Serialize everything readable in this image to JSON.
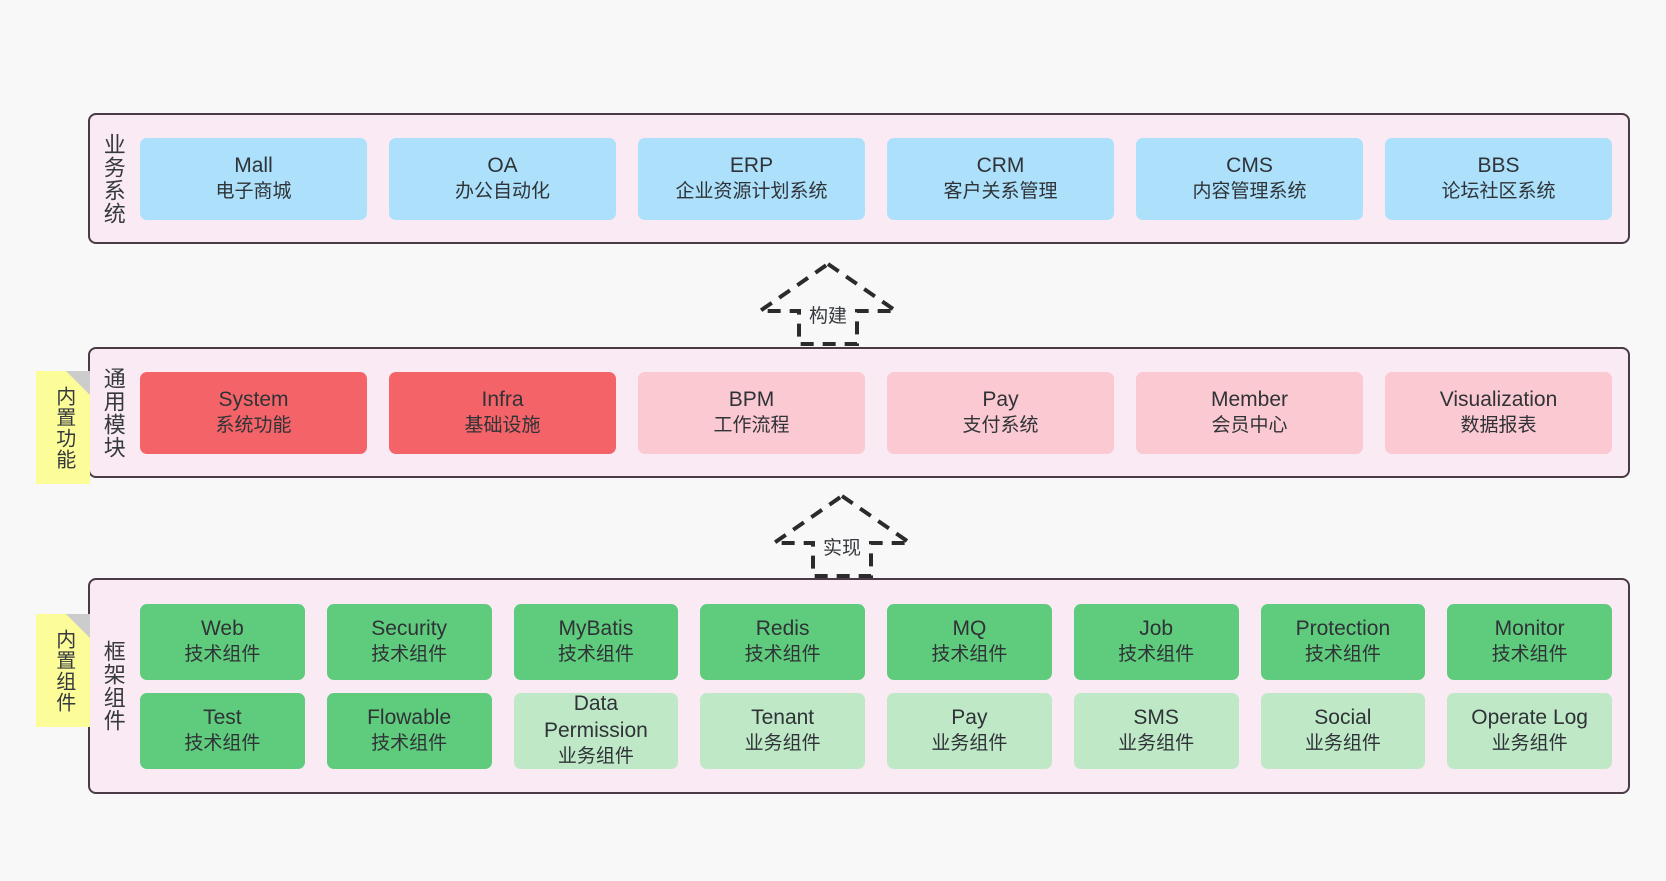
{
  "diagram": {
    "background": "#f8f8f8",
    "panel_bg": "#f9eaf4",
    "panel_border": "#4a3b46",
    "note_bg": "#fcfc99"
  },
  "tiers": [
    {
      "id": "business-systems",
      "label": "业务系统",
      "note": null,
      "rows": [
        {
          "cells": [
            {
              "en": "Mall",
              "cn": "电子商城",
              "color": "#ace0fb",
              "style": "c-blue"
            },
            {
              "en": "OA",
              "cn": "办公自动化",
              "color": "#ace0fb",
              "style": "c-blue"
            },
            {
              "en": "ERP",
              "cn": "企业资源计划系统",
              "color": "#ace0fb",
              "style": "c-blue"
            },
            {
              "en": "CRM",
              "cn": "客户关系管理",
              "color": "#ace0fb",
              "style": "c-blue"
            },
            {
              "en": "CMS",
              "cn": "内容管理系统",
              "color": "#ace0fb",
              "style": "c-blue"
            },
            {
              "en": "BBS",
              "cn": "论坛社区系统",
              "color": "#ace0fb",
              "style": "c-blue"
            }
          ]
        }
      ]
    },
    {
      "id": "common-modules",
      "label": "通用模块",
      "note": "内置功能",
      "rows": [
        {
          "cells": [
            {
              "en": "System",
              "cn": "系统功能",
              "color": "#f46368",
              "style": "c-red"
            },
            {
              "en": "Infra",
              "cn": "基础设施",
              "color": "#f46368",
              "style": "c-red"
            },
            {
              "en": "BPM",
              "cn": "工作流程",
              "color": "#fbc9d2",
              "style": "c-pink"
            },
            {
              "en": "Pay",
              "cn": "支付系统",
              "color": "#fbc9d2",
              "style": "c-pink"
            },
            {
              "en": "Member",
              "cn": "会员中心",
              "color": "#fbc9d2",
              "style": "c-pink"
            },
            {
              "en": "Visualization",
              "cn": "数据报表",
              "color": "#fbc9d2",
              "style": "c-pink"
            }
          ]
        }
      ]
    },
    {
      "id": "framework-components",
      "label": "框架组件",
      "note": "内置组件",
      "rows": [
        {
          "cells": [
            {
              "en": "Web",
              "cn": "技术组件",
              "color": "#5fcb7c",
              "style": "c-green"
            },
            {
              "en": "Security",
              "cn": "技术组件",
              "color": "#5fcb7c",
              "style": "c-green"
            },
            {
              "en": "MyBatis",
              "cn": "技术组件",
              "color": "#5fcb7c",
              "style": "c-green"
            },
            {
              "en": "Redis",
              "cn": "技术组件",
              "color": "#5fcb7c",
              "style": "c-green"
            },
            {
              "en": "MQ",
              "cn": "技术组件",
              "color": "#5fcb7c",
              "style": "c-green"
            },
            {
              "en": "Job",
              "cn": "技术组件",
              "color": "#5fcb7c",
              "style": "c-green"
            },
            {
              "en": "Protection",
              "cn": "技术组件",
              "color": "#5fcb7c",
              "style": "c-green"
            },
            {
              "en": "Monitor",
              "cn": "技术组件",
              "color": "#5fcb7c",
              "style": "c-green"
            }
          ]
        },
        {
          "cells": [
            {
              "en": "Test",
              "cn": "技术组件",
              "color": "#5fcb7c",
              "style": "c-green"
            },
            {
              "en": "Flowable",
              "cn": "技术组件",
              "color": "#5fcb7c",
              "style": "c-green"
            },
            {
              "en": "Data Permission",
              "cn": "业务组件",
              "color": "#bfe8c7",
              "style": "c-green-light"
            },
            {
              "en": "Tenant",
              "cn": "业务组件",
              "color": "#bfe8c7",
              "style": "c-green-light"
            },
            {
              "en": "Pay",
              "cn": "业务组件",
              "color": "#bfe8c7",
              "style": "c-green-light"
            },
            {
              "en": "SMS",
              "cn": "业务组件",
              "color": "#bfe8c7",
              "style": "c-green-light"
            },
            {
              "en": "Social",
              "cn": "业务组件",
              "color": "#bfe8c7",
              "style": "c-green-light"
            },
            {
              "en": "Operate Log",
              "cn": "业务组件",
              "color": "#bfe8c7",
              "style": "c-green-light"
            }
          ]
        }
      ]
    }
  ],
  "arrows": [
    {
      "id": "build-arrow",
      "label": "构建"
    },
    {
      "id": "implement-arrow",
      "label": "实现"
    }
  ]
}
